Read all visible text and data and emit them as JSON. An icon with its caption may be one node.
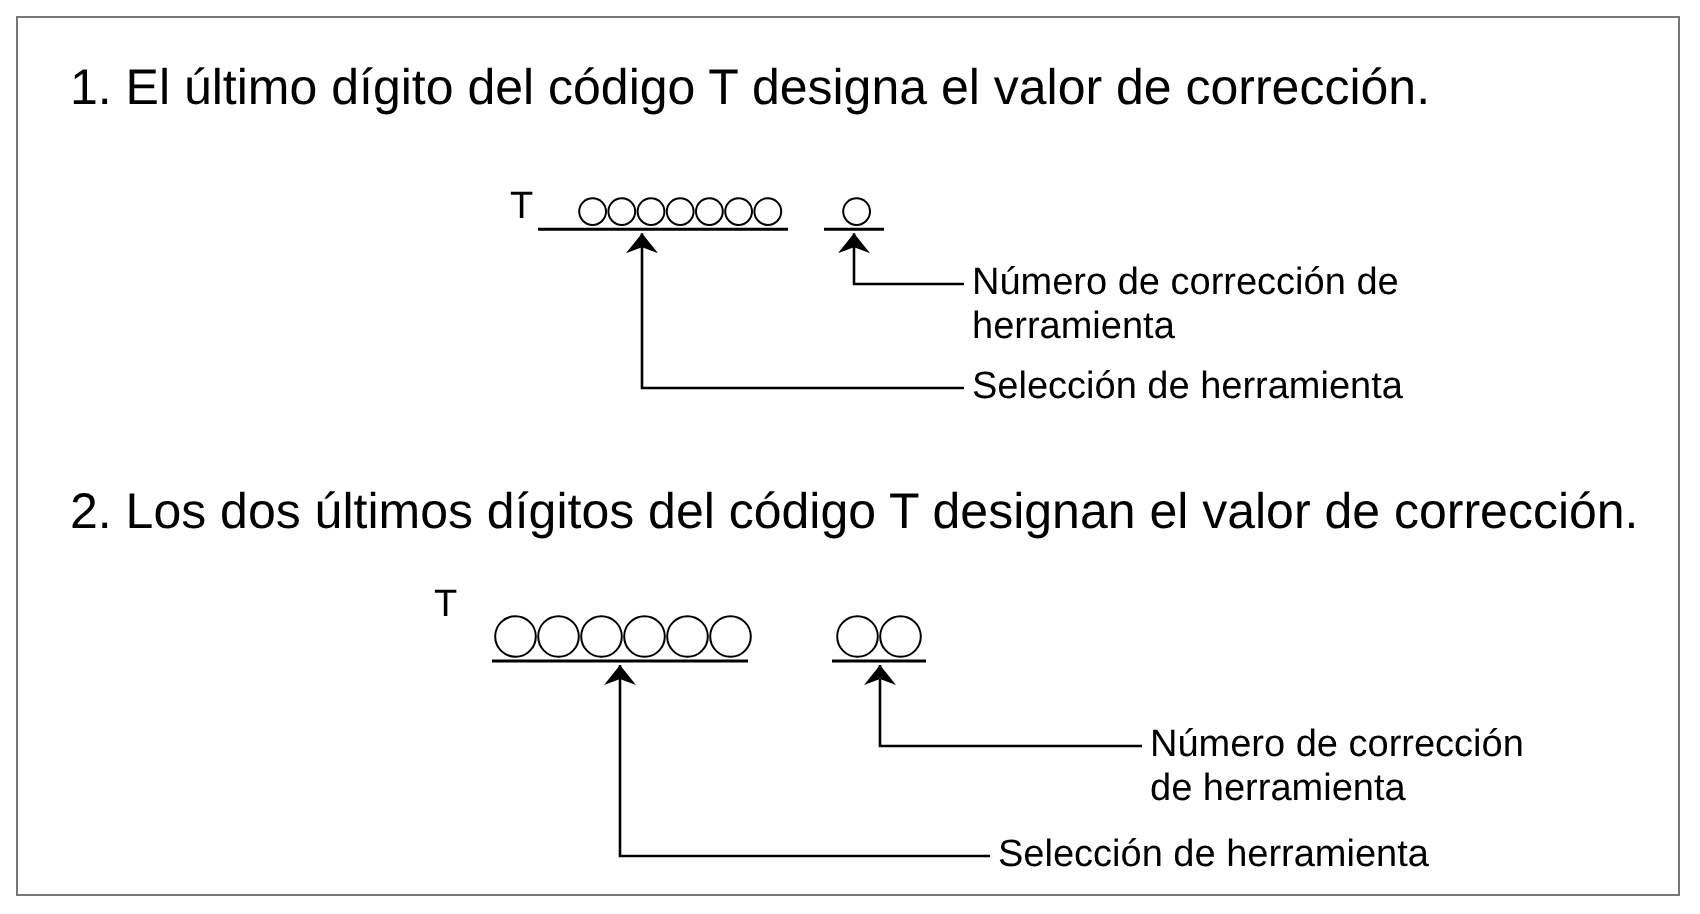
{
  "diagram": {
    "nodes": [
      {
        "text": [
          "Número de corrección de herramienta"
        ]
      },
      {
        "text": [
          "Selección de herramienta"
        ]
      },
      {
        "text": [],
        "shape": "bar"
      },
      {
        "text": [],
        "shape": "bar"
      },
      {
        "text": [
          "Número de corrección de herramienta"
        ]
      },
      {
        "text": [
          "Selección de herramienta"
        ]
      },
      {
        "text": [],
        "shape": "bar"
      },
      {
        "text": [],
        "shape": "bar"
      }
    ],
    "edges": [
      {
        "from": 0,
        "to": 3,
        "arrow": "to"
      },
      {
        "from": 1,
        "to": 2,
        "arrow": "to"
      },
      {
        "from": 4,
        "to": 7,
        "arrow": "to"
      },
      {
        "from": 5,
        "to": 6,
        "arrow": "to"
      }
    ],
    "labels": [
      "1. El último dígito del código T designa el valor de corrección.",
      "T",
      "2. Los dos últimos dígitos del código T designan el valor de corrección.",
      "T"
    ]
  }
}
